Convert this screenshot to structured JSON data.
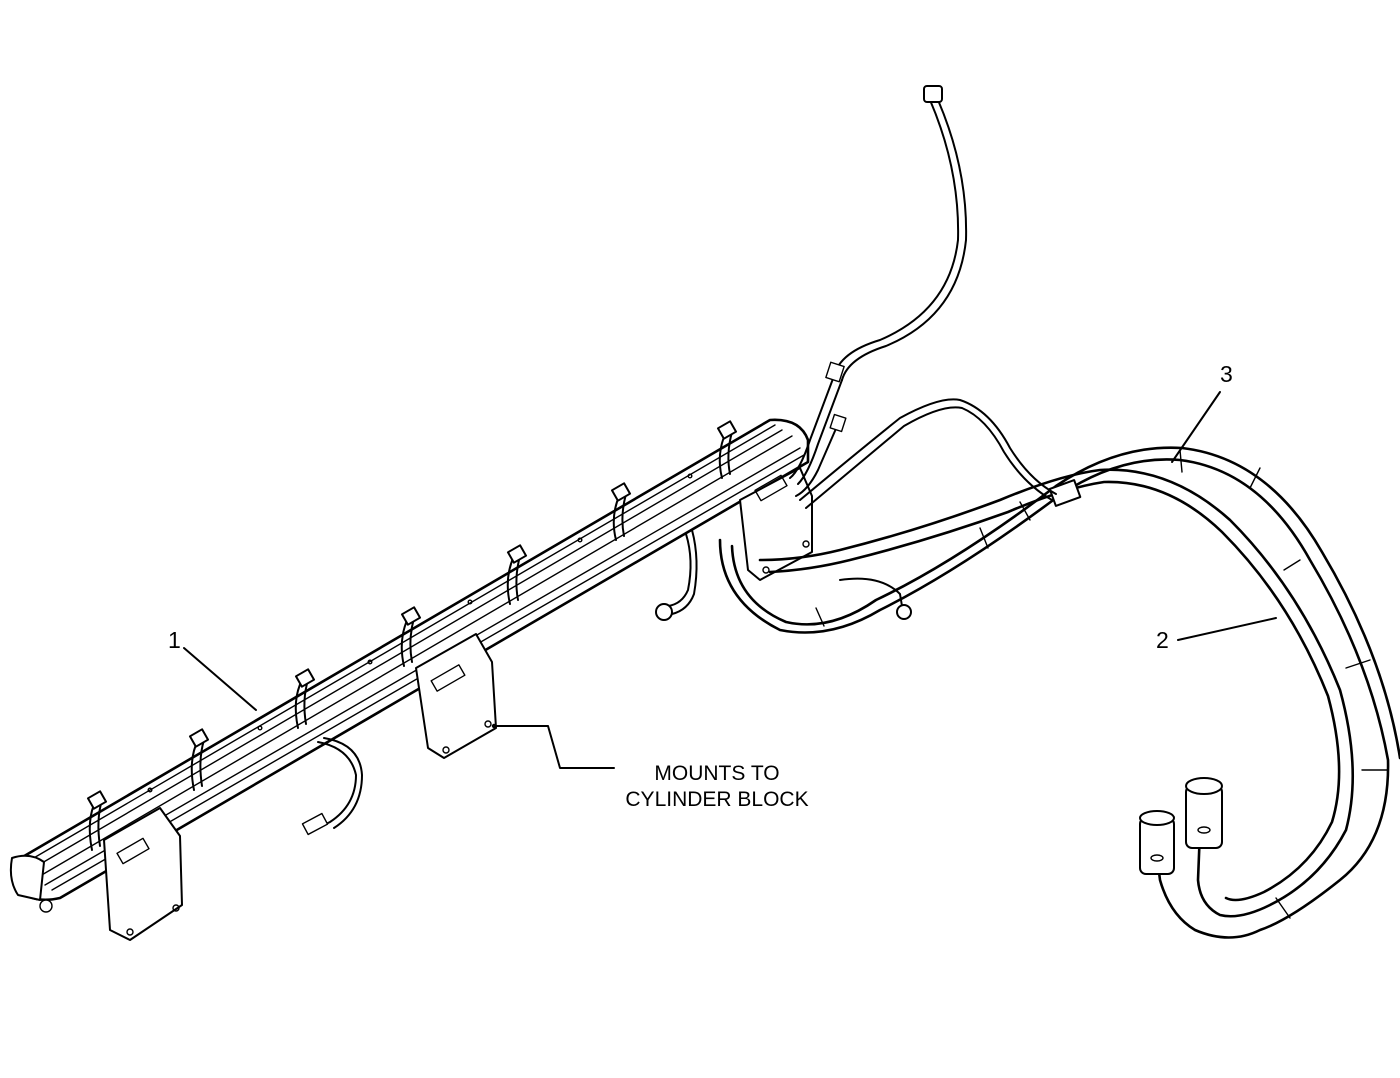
{
  "callouts": [
    {
      "id": "1",
      "label": "1"
    },
    {
      "id": "2",
      "label": "2"
    },
    {
      "id": "3",
      "label": "3"
    }
  ],
  "note": {
    "line1": "MOUNTS TO",
    "line2": "CYLINDER BLOCK"
  }
}
